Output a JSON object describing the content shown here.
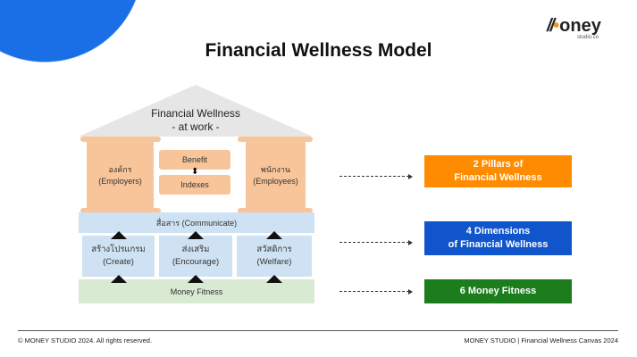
{
  "title": "Financial Wellness Model",
  "logo": {
    "text": "money",
    "sub": "studio.co"
  },
  "house": {
    "roof": [
      "Financial Wellness",
      "- at work -"
    ],
    "left_pillar": [
      "องค์กร",
      "(Employers)"
    ],
    "right_pillar": [
      "พนักงาน",
      "(Employees)"
    ],
    "benefit": "Benefit",
    "indexes": "Indexes",
    "communicate": "สื่อสาร (Communicate)",
    "subs": [
      [
        "สร้างโปรแกรม",
        "(Create)"
      ],
      [
        "ส่งเสริม",
        "(Encourage)"
      ],
      [
        "สวัสดิการ",
        "(Welfare)"
      ]
    ],
    "foundation": "Money Fitness"
  },
  "labels": [
    {
      "lines": [
        "2 Pillars of",
        "Financial Wellness"
      ],
      "color": "#ff8c00"
    },
    {
      "lines": [
        "4 Dimensions",
        "of Financial Wellness"
      ],
      "color": "#1155cc"
    },
    {
      "lines": [
        "6  Money Fitness"
      ],
      "color": "#1b7d1b"
    }
  ],
  "footer": {
    "left": "© MONEY STUDIO 2024. All rights reserved.",
    "right": "MONEY STUDIO | Financial Wellness Canvas 2024"
  }
}
